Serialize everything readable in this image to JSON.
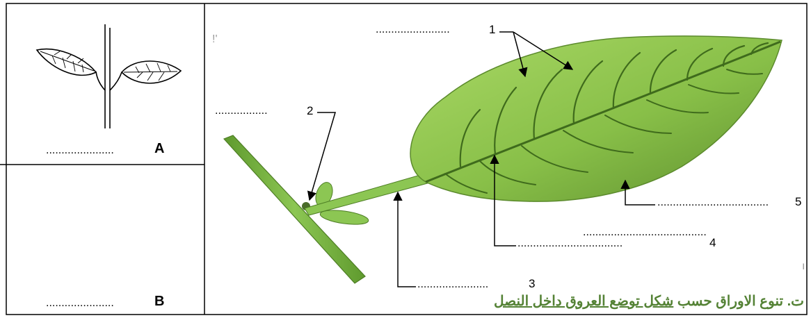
{
  "panel_a": {
    "blank": "......................",
    "letter": "A"
  },
  "panel_b": {
    "blank": "......................",
    "letter": "B"
  },
  "labels": [
    {
      "dots": "........................",
      "number": "1"
    },
    {
      "dots": ".................",
      "number": "2"
    },
    {
      "dots": ".......................",
      "number": "3"
    },
    {
      "dots": "..................................",
      "number": "4"
    },
    {
      "dots": "....................................",
      "number": "5"
    }
  ],
  "extra_dots": "........................................",
  "caption": {
    "prefix": "ت. تنوع الاوراق حسب",
    "underlined": "شكل توضع العروق داخل النصل"
  },
  "colors": {
    "leaf_light": "#9bcf58",
    "leaf_dark": "#5d8f2c",
    "vein": "#3f6b1c",
    "stem": "#7db548",
    "caption": "#548235"
  }
}
